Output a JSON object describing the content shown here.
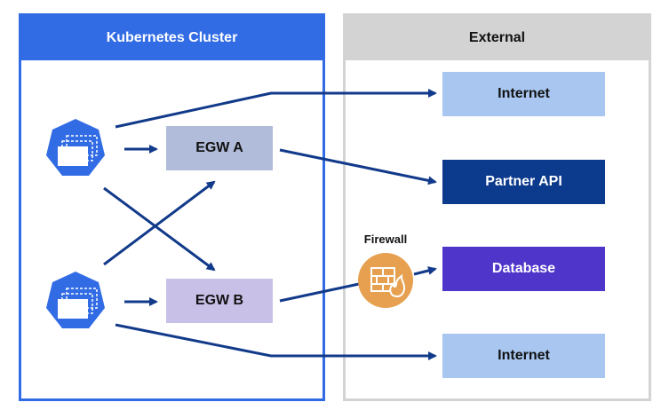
{
  "clusters": {
    "kubernetes": {
      "title": "Kubernetes Cluster"
    },
    "external": {
      "title": "External"
    }
  },
  "gateways": {
    "egw_a": "EGW A",
    "egw_b": "EGW B"
  },
  "destinations": {
    "internet_top": "Internet",
    "partner_api": "Partner API",
    "database": "Database",
    "internet_bottom": "Internet"
  },
  "firewall": {
    "label": "Firewall",
    "icon": "firewall-icon"
  },
  "pods": [
    {
      "icon": "kubernetes-pod-icon"
    },
    {
      "icon": "kubernetes-pod-icon"
    }
  ],
  "colors": {
    "k8s_blue": "#326ce5",
    "arrow": "#123a8a",
    "external_gray": "#d3d3d3",
    "egw_a": "#b0bcd9",
    "egw_b": "#c9c0e8",
    "internet": "#a8c6f0",
    "partner_api": "#0c3a8c",
    "database": "#4f35c9",
    "firewall": "#e6a04f"
  }
}
